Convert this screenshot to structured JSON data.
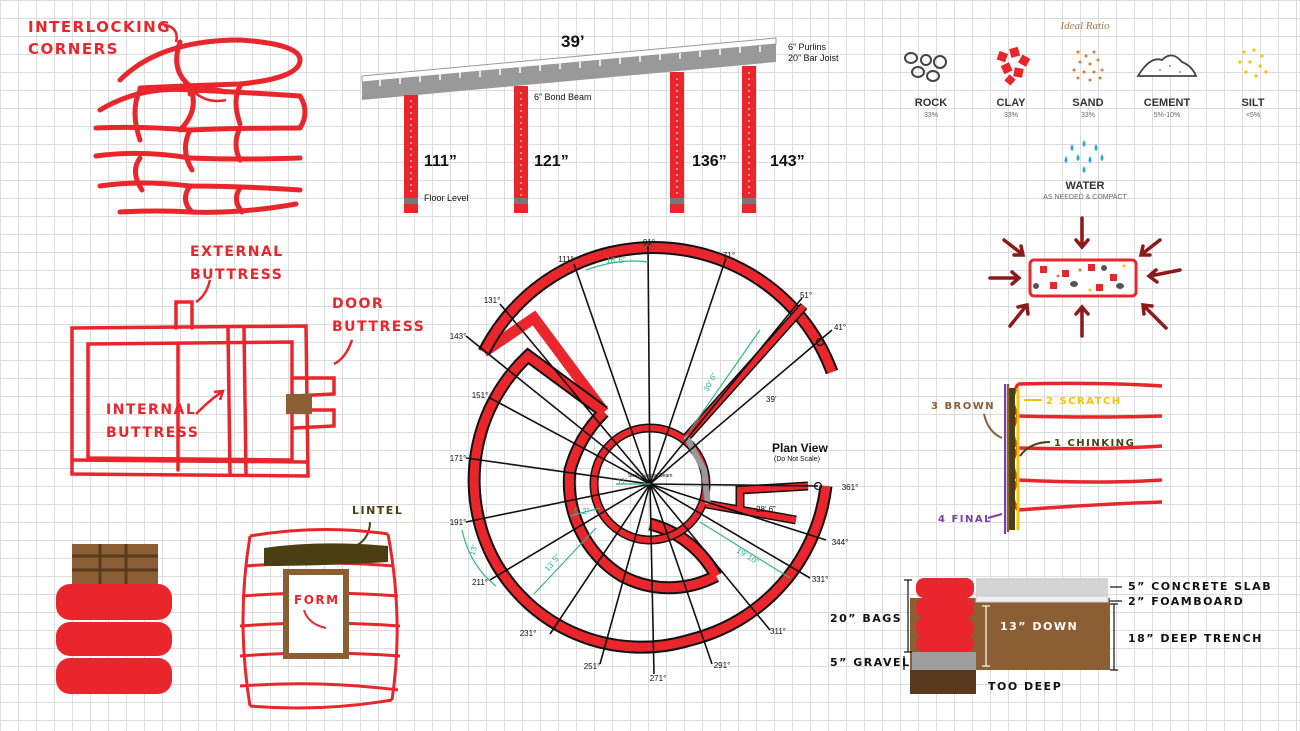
{
  "colors": {
    "red": "#e8262c",
    "dark_red": "#8b1a1a",
    "gray": "#a0a0a0",
    "black": "#111111",
    "green": "#2fb58a",
    "brown": "#8b5e34",
    "dark_brown": "#5a3a1e",
    "olive": "#4a3f12",
    "yellow": "#f5c400",
    "purple": "#7a3fa6",
    "orange": "#e8762c",
    "blue": "#2aa7e0"
  },
  "interlocking": {
    "label_line1": "INTERLOCKING",
    "label_line2": "CORNERS"
  },
  "elevation": {
    "span_label": "39’",
    "purlins_label": "6” Purlins",
    "joist_label": "20” Bar Joist",
    "bond_beam_label": "6” Bond Beam",
    "floor_label": "Floor Level",
    "heights": [
      "111”",
      "121”",
      "136”",
      "143”"
    ]
  },
  "ratio": {
    "title": "Ideal Ratio",
    "items": [
      {
        "name": "ROCK",
        "pct": "33%",
        "icon": "rock-icon"
      },
      {
        "name": "CLAY",
        "pct": "33%",
        "icon": "clay-icon"
      },
      {
        "name": "SAND",
        "pct": "33%",
        "icon": "sand-icon"
      },
      {
        "name": "CEMENT",
        "pct": "5%-10%",
        "icon": "cement-icon"
      },
      {
        "name": "SILT",
        "pct": "<5%",
        "icon": "silt-icon"
      }
    ],
    "water_name": "WATER",
    "water_note": "AS NEEDED & COMPACT"
  },
  "buttress": {
    "external_line1": "EXTERNAL",
    "external_line2": "BUTTRESS",
    "door_line1": "DOOR",
    "door_line2": "BUTTRESS",
    "internal_line1": "INTERNAL",
    "internal_line2": "BUTTRESS"
  },
  "plan": {
    "title": "Plan View",
    "subtitle": "(Do Not Scale)",
    "center_label": "Steel Support Beam",
    "angles": [
      "91°",
      "71°",
      "111°",
      "51°",
      "131°",
      "41°",
      "143°",
      "151°",
      "171°",
      "361°",
      "191°",
      "344°",
      "211°",
      "331°",
      "231°",
      "311°",
      "251°",
      "271°",
      "291°"
    ],
    "dimensions": {
      "d16_6": "16’ 6”",
      "d30_6": "30’ 6”",
      "d39": "39’",
      "d11": "11’",
      "d5_2": "5’ 2”",
      "d13": "13’",
      "d13_5": "13’ 5”",
      "d28_6": "28’ 6”",
      "d19_10": "19’ 10”"
    }
  },
  "plaster": {
    "brown": "3 BROWN",
    "scratch": "2 SCRATCH",
    "chinking": "1 CHINKING",
    "final": "4 FINAL"
  },
  "lintel": {
    "lintel_label": "LINTEL",
    "form_label": "FORM"
  },
  "foundation": {
    "slab": "5” CONCRETE SLAB",
    "foam": "2” FOAMBOARD",
    "bags": "20” BAGS",
    "down": "13” DOWN",
    "trench": "18” DEEP TRENCH",
    "gravel": "5” GRAVEL",
    "too_deep": "TOO DEEP"
  }
}
